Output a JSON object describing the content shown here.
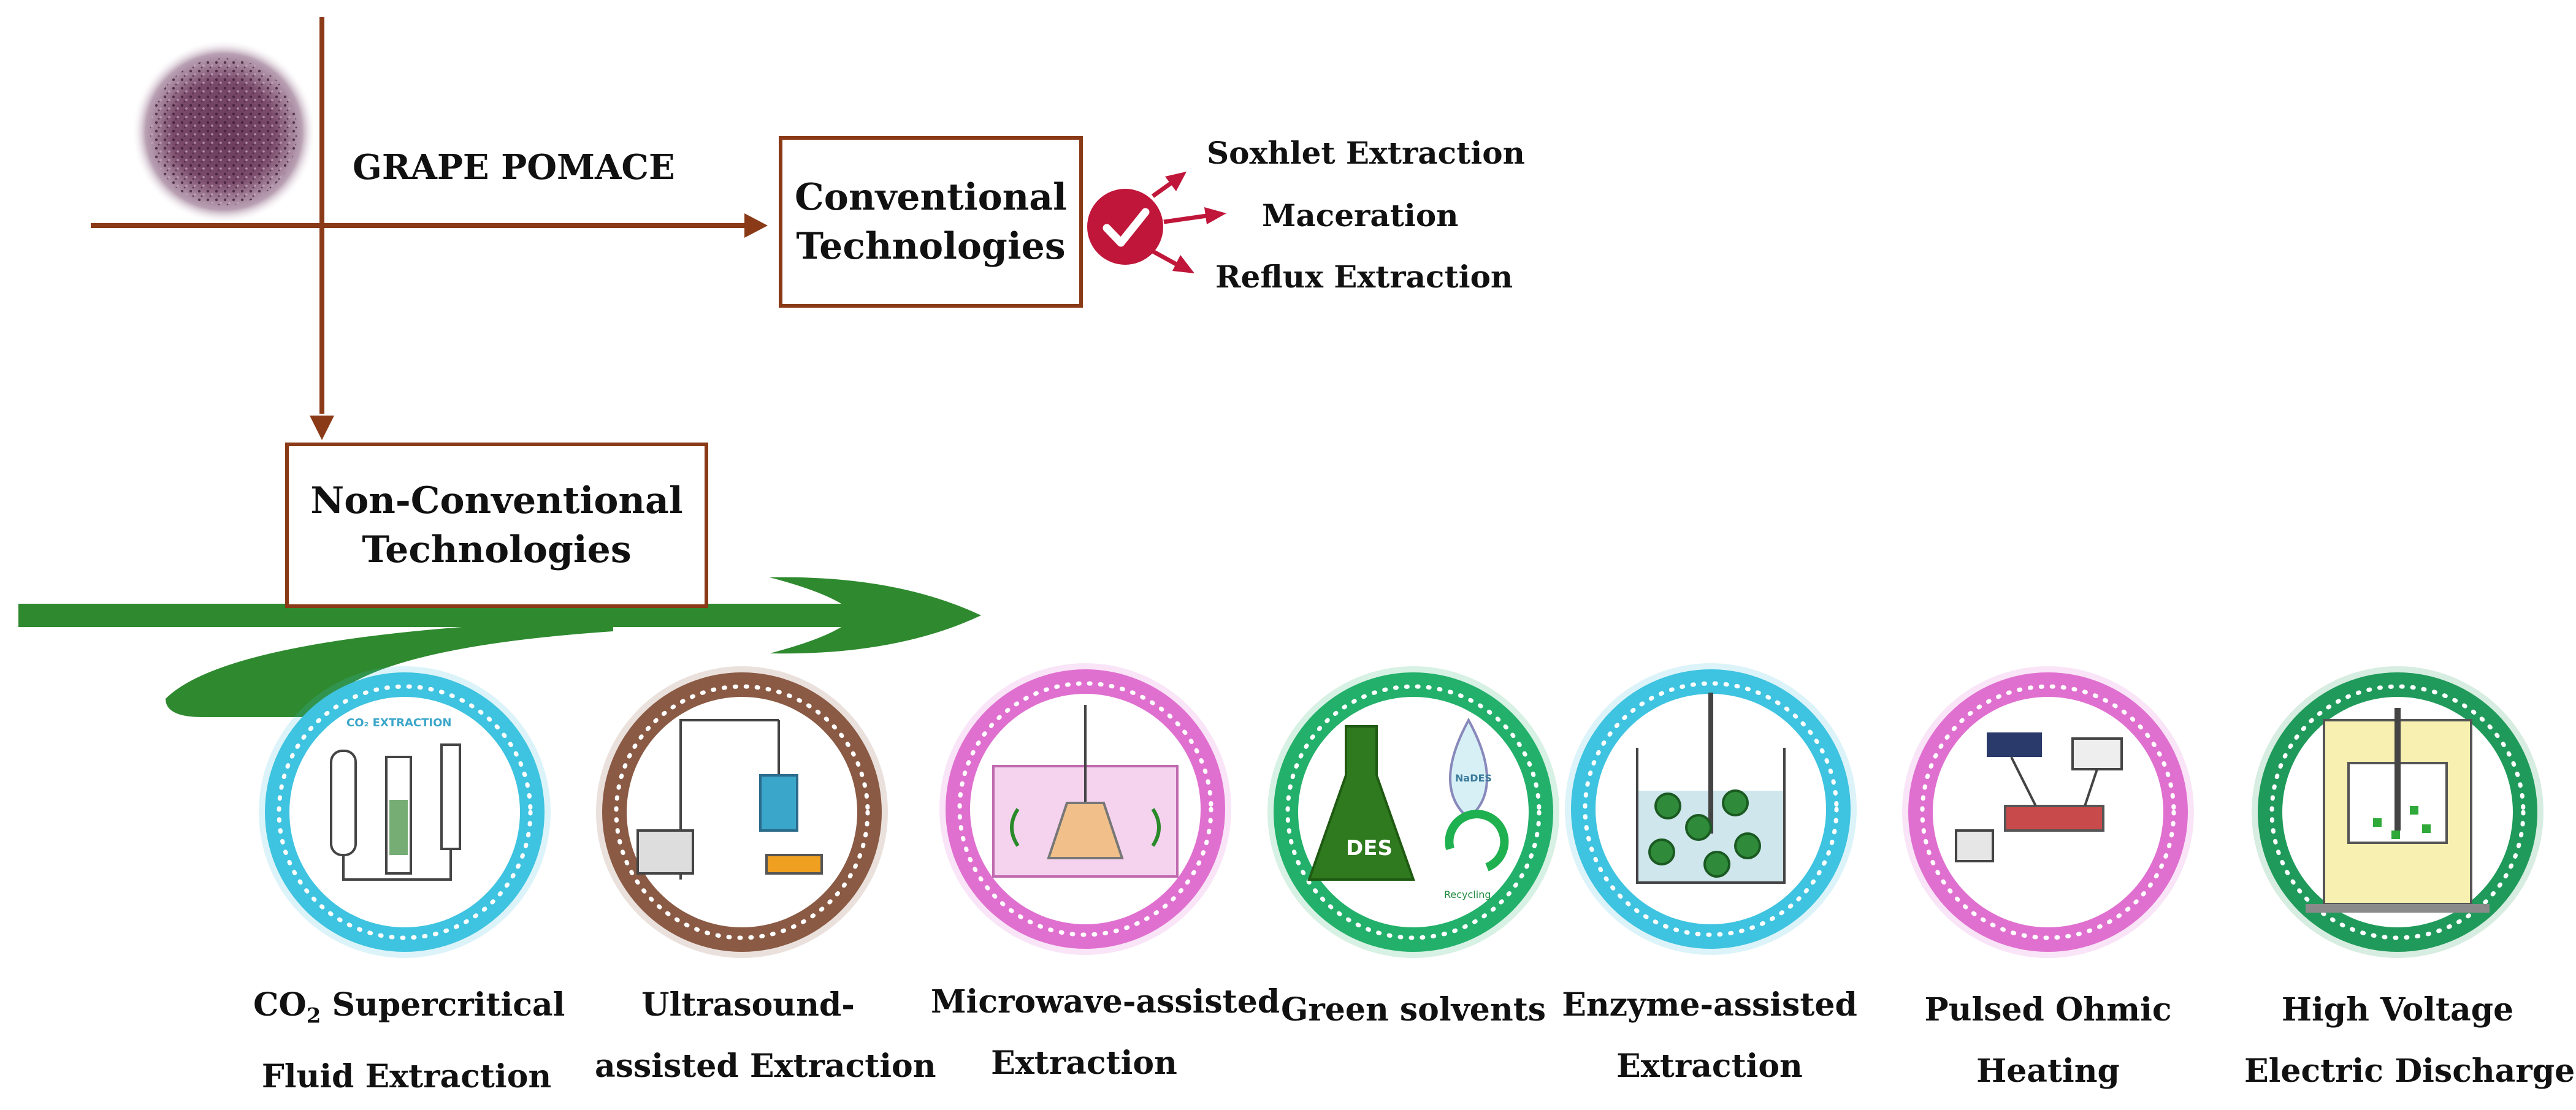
{
  "source": {
    "label": "GRAPE POMACE"
  },
  "conventional": {
    "title_line1": "Conventional",
    "title_line2": "Technologies",
    "methods": [
      "Soxhlet Extraction",
      "Maceration",
      "Reflux Extraction"
    ]
  },
  "non_conventional": {
    "title_line1": "Non-Conventional",
    "title_line2": "Technologies",
    "methods": [
      {
        "line1_main": "CO",
        "line1_sub": "2",
        "line1_rest": " Supercritical",
        "line2": "Fluid Extraction",
        "ring": "#3ec3e0",
        "icon": "co2-extraction-apparatus",
        "inset_text": "CO₂ EXTRACTION"
      },
      {
        "line1": "Ultrasound-",
        "line2": "assisted Extraction",
        "ring": "#8a5a44",
        "icon": "ultrasound-probe-apparatus"
      },
      {
        "line1": "Microwave-assisted",
        "line2": "Extraction",
        "ring": "#e070d0",
        "icon": "microwave-reactor"
      },
      {
        "line1": "Green solvents",
        "line2": "",
        "ring": "#22b06a",
        "icon": "des-flask-recycle",
        "inset_text": "DES",
        "inset_text2": "NaDES",
        "inset_text3": "Recycling"
      },
      {
        "line1": "Enzyme-assisted",
        "line2": "Extraction",
        "ring": "#3ec3e0",
        "icon": "enzyme-reactor"
      },
      {
        "line1": "Pulsed Ohmic",
        "line2": "Heating",
        "ring": "#e070d0",
        "icon": "ohmic-heating-setup"
      },
      {
        "line1": "High Voltage",
        "line2": "Electric Discharge",
        "ring": "#1f9a5a",
        "icon": "discharge-chamber"
      }
    ]
  },
  "colors": {
    "flow_arrow": "#8a3a16",
    "green_arrow": "#2f8a2f",
    "check": "#c0163a"
  }
}
